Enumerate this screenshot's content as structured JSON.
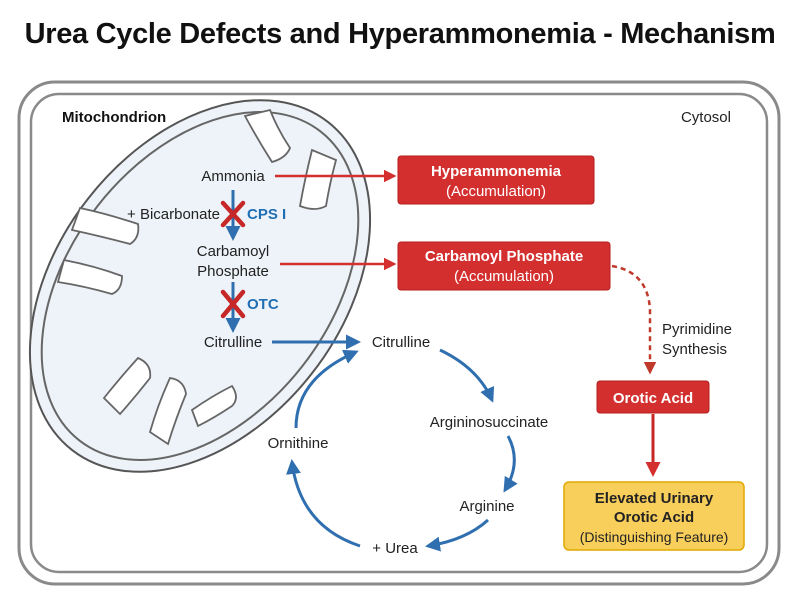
{
  "title": "Urea Cycle Defects and Hyperammonemia - Mechanism",
  "compartments": {
    "mitochondrion": "Mitochondrion",
    "cytosol": "Cytosol"
  },
  "mito_pathway": {
    "ammonia": "Ammonia",
    "bicarbonate": "+ Bicarbonate",
    "carbamoyl_line1": "Carbamoyl",
    "carbamoyl_line2": "Phosphate",
    "citrulline": "Citrulline",
    "enzyme_1": "CPS I",
    "enzyme_2": "OTC"
  },
  "urea_cycle": {
    "citrulline": "Citrulline",
    "argininosuccinate": "Argininosuccinate",
    "arginine": "Arginine",
    "urea": "+ Urea",
    "ornithine": "Ornithine"
  },
  "outcome_boxes": {
    "hyperammonemia_title": "Hyperammonemia",
    "hyperammonemia_sub": "(Accumulation)",
    "carbamoyl_title": "Carbamoyl Phosphate",
    "carbamoyl_sub": "(Accumulation)",
    "pyrimidine_line1": "Pyrimidine",
    "pyrimidine_line2": "Synthesis",
    "orotic_acid": "Orotic Acid",
    "urinary_line1": "Elevated Urinary",
    "urinary_line2": "Orotic Acid",
    "urinary_line3": "(Distinguishing Feature)"
  },
  "colors": {
    "red": "#d32f2f",
    "blue": "#2f6fb0",
    "block_red": "#c62828",
    "yellow": "#f9cf5c",
    "mito_fill": "#eef3f9"
  }
}
